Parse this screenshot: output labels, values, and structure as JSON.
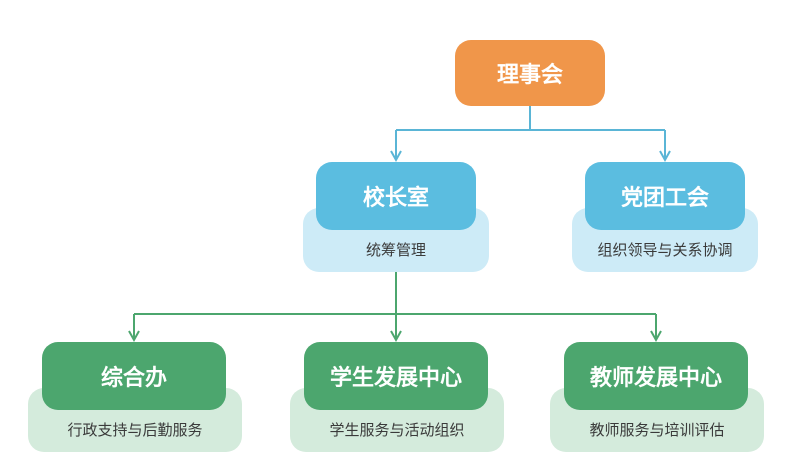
{
  "colors": {
    "board": "#f0964a",
    "blue_node": "#5bbde0",
    "blue_desc": "#cdebf7",
    "blue_connector": "#5ab5d6",
    "green_node": "#4ca66e",
    "green_desc": "#d4ebdc",
    "green_connector": "#4ca66e"
  },
  "nodes": {
    "board": {
      "label": "理事会"
    },
    "principal_office": {
      "label": "校长室",
      "desc": "统筹管理"
    },
    "party_union": {
      "label": "党团工会",
      "desc": "组织领导与关系协调"
    },
    "general_office": {
      "label": "综合办",
      "desc": "行政支持与后勤服务"
    },
    "student_center": {
      "label": "学生发展中心",
      "desc": "学生服务与活动组织"
    },
    "teacher_center": {
      "label": "教师发展中心",
      "desc": "教师服务与培训评估"
    }
  }
}
